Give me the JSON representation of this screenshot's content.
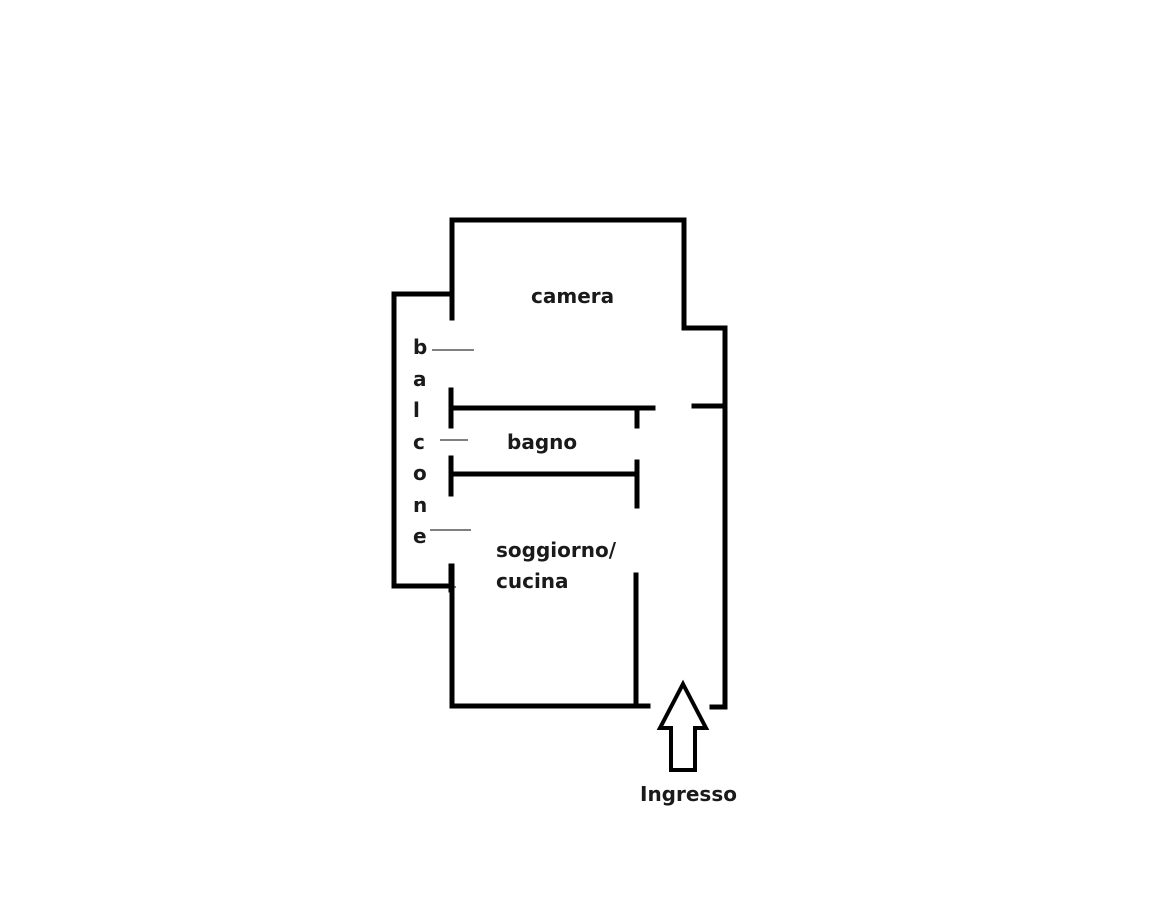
{
  "rooms": {
    "camera": "camera",
    "bagno": "bagno",
    "soggiorno_line1": "soggiorno/",
    "soggiorno_line2": "cucina"
  },
  "balcony_letters": [
    "b",
    "a",
    "l",
    "c",
    "o",
    "n",
    "e"
  ],
  "entrance_label": "Ingresso"
}
